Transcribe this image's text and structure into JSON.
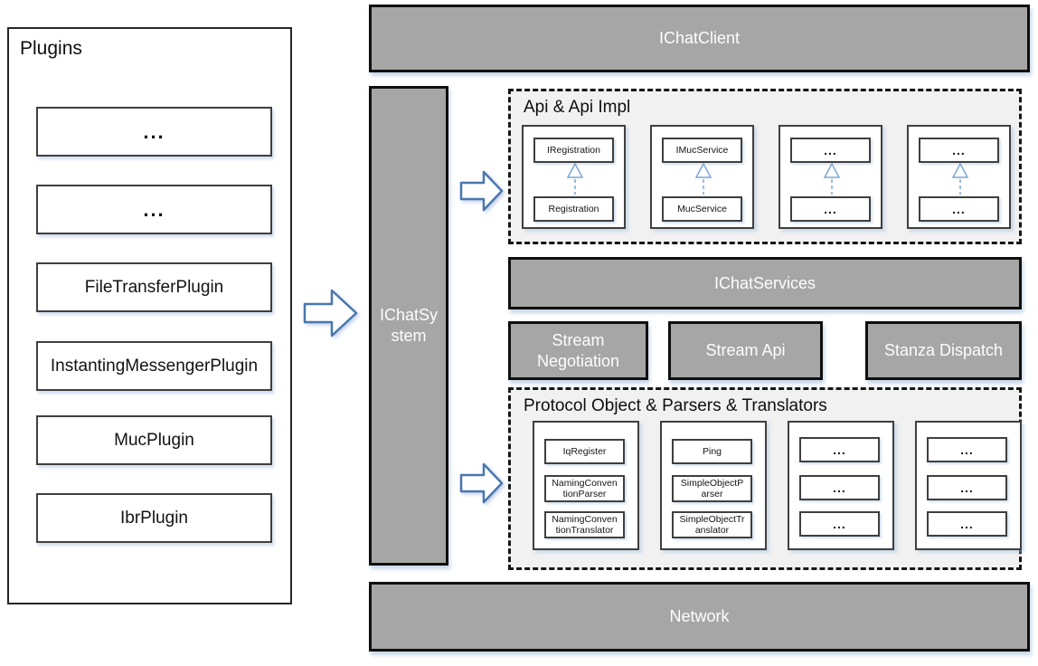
{
  "palette": {
    "bar_fill": "#a6a6a6",
    "bar_text": "#ffffff",
    "dashed_panel_fill": "#f1f1f2",
    "flow_arrow_blue": "#4a77ad",
    "inheritance_arrow_blue": "#7ca6d8",
    "box_border": "#3f3f3f"
  },
  "plugins": {
    "title": "Plugins",
    "items": [
      "...",
      "...",
      "FileTransferPlugin",
      "InstantingMessengerPlugin",
      "MucPlugin",
      "IbrPlugin"
    ]
  },
  "system": {
    "client_label": "IChatClient",
    "system_label_line1": "IChatSy",
    "system_label_line2": "stem",
    "services_label": "IChatServices",
    "network_label": "Network"
  },
  "middleware": {
    "items": [
      "Stream Negotiation",
      "Stream Api",
      "Stanza Dispatch"
    ]
  },
  "api": {
    "title": "Api & Api Impl",
    "groups": [
      {
        "interface": "IRegistration",
        "implementation": "Registration"
      },
      {
        "interface": "IMucService",
        "implementation": "MucService"
      },
      {
        "interface": "...",
        "implementation": "..."
      },
      {
        "interface": "...",
        "implementation": "..."
      }
    ]
  },
  "protocol": {
    "title": "Protocol Object & Parsers & Translators",
    "groups": [
      {
        "boxes": [
          "IqRegister",
          "NamingConventionParser",
          "NamingConventionTranslator"
        ]
      },
      {
        "boxes": [
          "Ping",
          "SimpleObjectParser",
          "SimpleObjectTranslator"
        ]
      },
      {
        "boxes": [
          "...",
          "...",
          "..."
        ]
      },
      {
        "boxes": [
          "...",
          "...",
          "..."
        ]
      }
    ]
  }
}
